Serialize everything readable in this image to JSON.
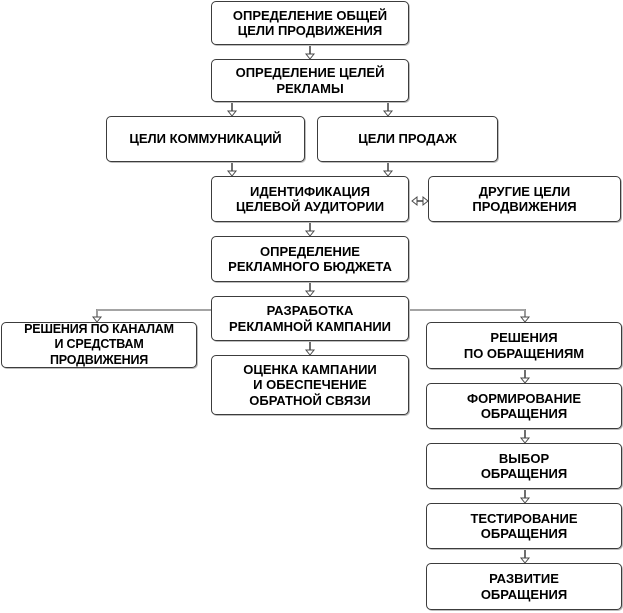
{
  "diagram": {
    "nodes": {
      "general_goal": "ОПРЕДЕЛЕНИЕ ОБЩЕЙ\nЦЕЛИ ПРОДВИЖЕНИЯ",
      "ad_goals": "ОПРЕДЕЛЕНИЕ ЦЕЛЕЙ\nРЕКЛАМЫ",
      "communication_goals": "ЦЕЛИ КОММУНИКАЦИЙ",
      "sales_goals": "ЦЕЛИ ПРОДАЖ",
      "target_audience": "ИДЕНТИФИКАЦИЯ\nЦЕЛЕВОЙ АУДИТОРИИ",
      "other_goals": "ДРУГИЕ ЦЕЛИ\nПРОДВИЖЕНИЯ",
      "budget": "ОПРЕДЕЛЕНИЕ\nРЕКЛАМНОГО БЮДЖЕТА",
      "campaign": "РАЗРАБОТКА\nРЕКЛАМНОЙ КАМПАНИИ",
      "channels": "РЕШЕНИЯ ПО КАНАЛАМ\nИ СРЕДСТВАМ ПРОДВИЖЕНИЯ",
      "evaluation": "ОЦЕНКА КАМПАНИИ\nИ ОБЕСПЕЧЕНИЕ\nОБРАТНОЙ СВЯЗИ",
      "message_decisions": "РЕШЕНИЯ\nПО ОБРАЩЕНИЯМ",
      "message_forming": "ФОРМИРОВАНИЕ\nОБРАЩЕНИЯ",
      "message_choice": "ВЫБОР\nОБРАЩЕНИЯ",
      "message_testing": "ТЕСТИРОВАНИЕ\nОБРАЩЕНИЯ",
      "message_development": "РАЗВИТИЕ\nОБРАЩЕНИЯ"
    }
  }
}
